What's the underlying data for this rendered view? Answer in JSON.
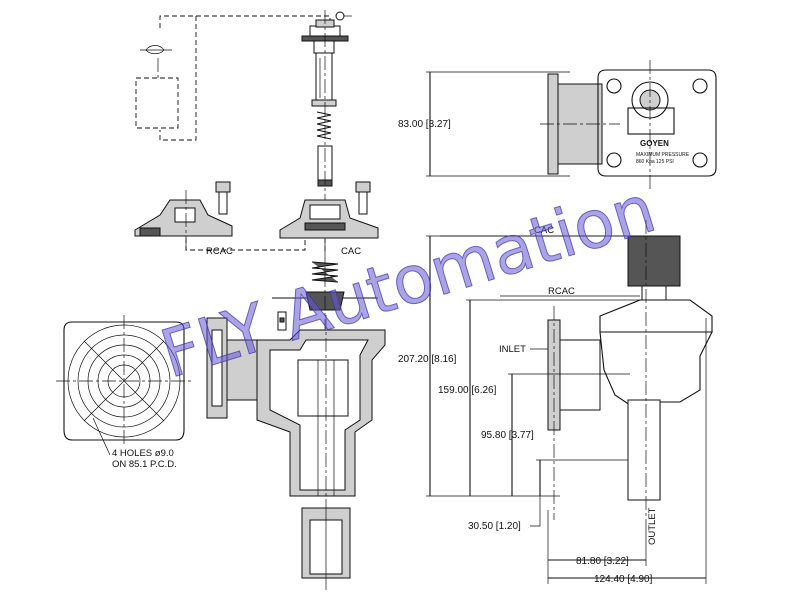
{
  "watermark": "FLY Automation",
  "dimensions": {
    "height_top": "83.00 [3.27]",
    "height_total": "207.20 [8.16]",
    "height_inlet": "159.00 [6.26]",
    "height_mid": "95.80 [3.77]",
    "height_outlet": "30.50 [1.20]",
    "width_half": "81.80 [3.22]",
    "width_total": "124.40 [4.90]"
  },
  "labels": {
    "cac_exploded": "CAC",
    "rcac_exploded": "RCAC",
    "cac_side": "CAC",
    "rcac_side": "RCAC",
    "inlet": "INLET",
    "outlet": "OUTLET",
    "holes_line1": "4 HOLES ø9.0",
    "holes_line2": "ON 85.1 P.C.D."
  },
  "nameplate": {
    "brand": "GOYEN",
    "pressure_title": "MAXIMUM PRESSURE",
    "pressure_value": "860 Kpa    125 PSI"
  }
}
